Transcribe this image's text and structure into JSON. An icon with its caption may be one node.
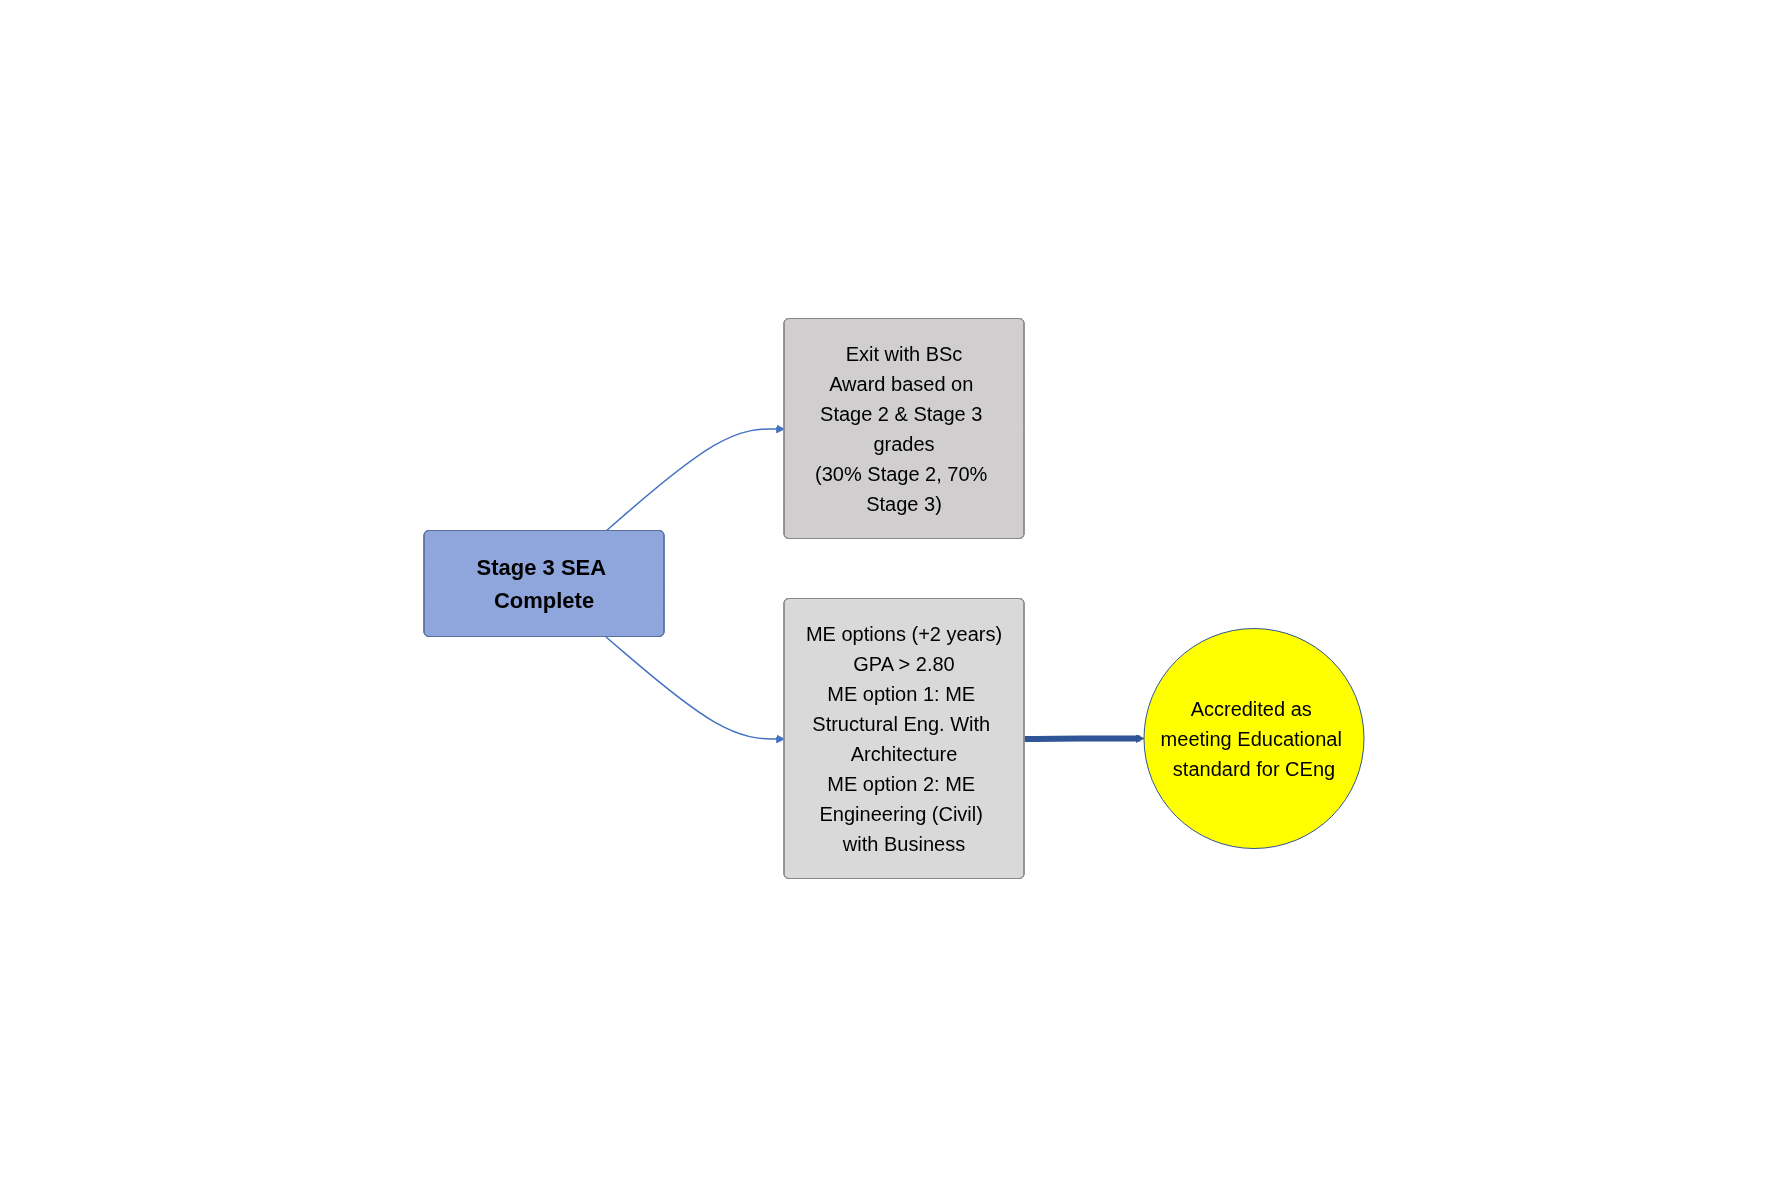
{
  "diagram": {
    "nodes": [
      {
        "text": [
          "Stage 3 SEA Complete"
        ]
      },
      {
        "text": [
          "Exit with BSc",
          "Award based on Stage 2 & Stage 3 grades",
          "(30% Stage 2, 70% Stage 3)"
        ]
      },
      {
        "text": [
          "ME options (+2 years)",
          "GPA > 2.80",
          "ME option 1: ME Structural Eng. With Architecture",
          "ME option 2: ME Engineering (Civil) with Business"
        ]
      },
      {
        "text": [
          "Accredited as meeting Educational standard for CEng"
        ]
      }
    ],
    "edges": [
      {
        "from": 0,
        "to": 1,
        "arrow": "to"
      },
      {
        "from": 0,
        "to": 2,
        "arrow": "to"
      },
      {
        "from": 2,
        "to": 3,
        "arrow": "to",
        "style": "thick",
        "color": "#2f5597"
      }
    ]
  }
}
